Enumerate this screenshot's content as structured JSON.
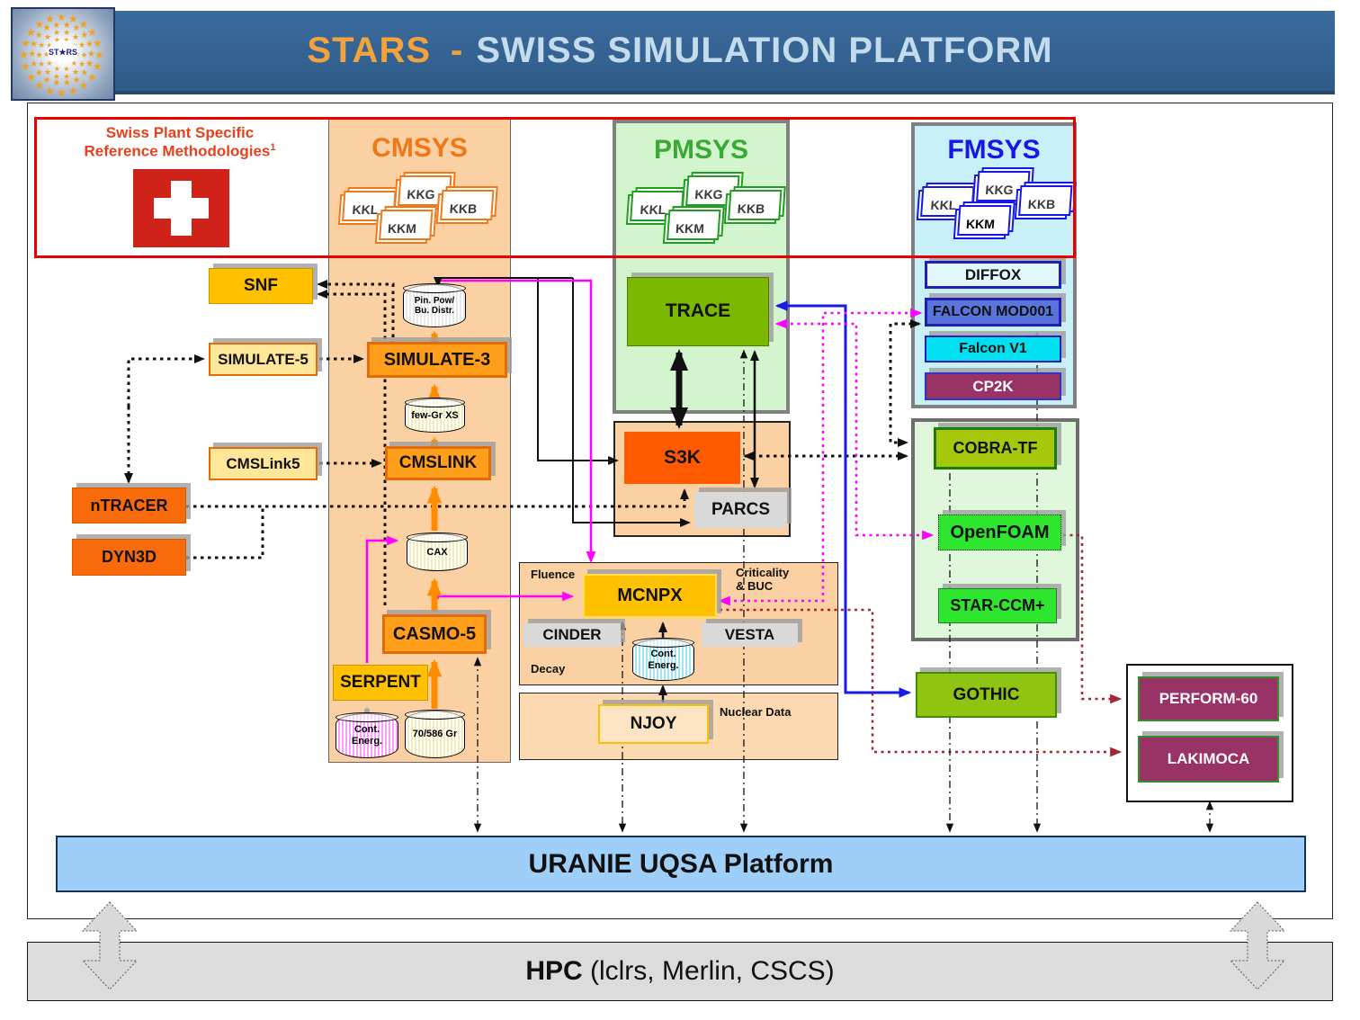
{
  "header": {
    "title_primary": "STARS",
    "title_separator": "-",
    "title_secondary": "SWISS SIMULATION PLATFORM",
    "logo_text": "ST★RS"
  },
  "methodologies": {
    "line1": "Swiss Plant Specific",
    "line2": "Reference Methodologies",
    "superscript": "1"
  },
  "groups": {
    "cmsys": {
      "label": "CMSYS",
      "plants": [
        "KKL",
        "KKG",
        "KKB",
        "KKM"
      ]
    },
    "pmsys": {
      "label": "PMSYS",
      "plants": [
        "KKL",
        "KKG",
        "KKB",
        "KKM"
      ]
    },
    "fmsys": {
      "label": "FMSYS",
      "plants": [
        "KKL",
        "KKG",
        "KKB",
        "KKM"
      ]
    }
  },
  "nodes": {
    "snf": "SNF",
    "simulate5": "SIMULATE-5",
    "simulate3": "SIMULATE-3",
    "cmslink5": "CMSLink5",
    "cmslink": "CMSLINK",
    "ntracer": "nTRACER",
    "dyn3d": "DYN3D",
    "casmo5": "CASMO-5",
    "serpent": "SERPENT",
    "trace": "TRACE",
    "s3k": "S3K",
    "parcs": "PARCS",
    "mcnpx": "MCNPX",
    "cinder": "CINDER",
    "vesta": "VESTA",
    "njoy": "NJOY",
    "diffox": "DIFFOX",
    "falcon_mod001": "FALCON MOD001",
    "falcon_v1": "Falcon V1",
    "cp2k": "CP2K",
    "cobra_tf": "COBRA-TF",
    "openfoam": "OpenFOAM",
    "starccm": "STAR-CCM+",
    "gothic": "GOTHIC",
    "perform60": "PERFORM-60",
    "lakimoca": "LAKIMOCA"
  },
  "cylinders": {
    "pinpow": {
      "l1": "Pin. Pow/",
      "l2": "Bu. Distr."
    },
    "fewgr": "few-Gr XS",
    "cax": "CAX",
    "cont_energ_serpent": {
      "l1": "Cont.",
      "l2": "Energ."
    },
    "gr70": "70/586 Gr",
    "cont_energ_mcnpx": {
      "l1": "Cont.",
      "l2": "Energ."
    }
  },
  "annotations": {
    "fluence": "Fluence",
    "criticality_l1": "Criticality",
    "criticality_l2": "& BUC",
    "decay": "Decay",
    "nuclear_data": "Nuclear Data"
  },
  "platform": {
    "uranie": "URANIE UQSA Platform"
  },
  "hpc": {
    "prefix": "HPC",
    "rest": " (lclrs, Merlin, CSCS)"
  },
  "colors": {
    "title_primary": "#F2A33C",
    "title_secondary": "#C3DBEA",
    "banner": "#35618D",
    "cmsys_accent": "#F07818",
    "pmsys_accent": "#3AA935",
    "fmsys_accent": "#1518E8",
    "red_frame": "#E80000",
    "uranie_bar": "#9ECFF9",
    "hpc_bar": "#DCDCDC",
    "magenta_link": "#FF00FF",
    "blue_link": "#1A1AE6",
    "darkred_link": "#A72533"
  }
}
